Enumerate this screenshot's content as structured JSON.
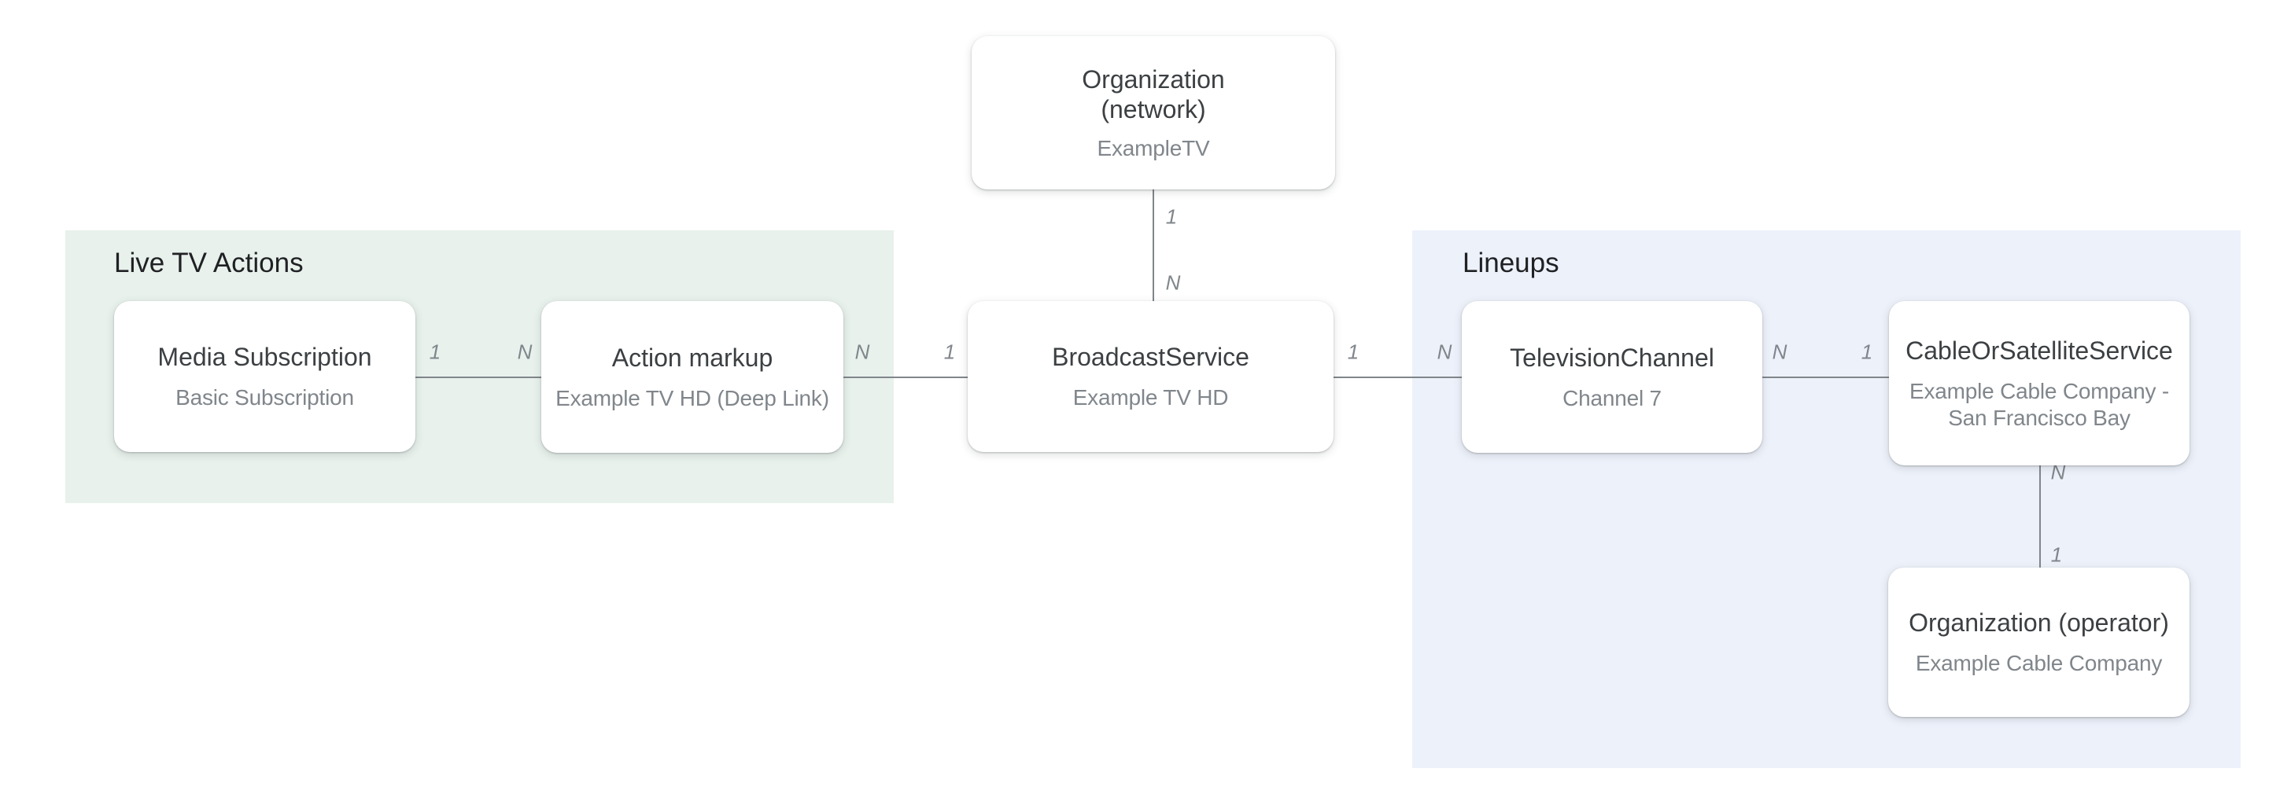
{
  "diagram": {
    "title_hint": "TV listing structured data relationship diagram",
    "groups": [
      {
        "id": "live-tv-actions",
        "label": "Live TV Actions",
        "bg_color": "#e8f1ec"
      },
      {
        "id": "lineups",
        "label": "Lineups",
        "bg_color": "#edf1fa"
      }
    ],
    "nodes": [
      {
        "id": "organization-network",
        "title": "Organization\n(network)",
        "subtitle": "ExampleTV"
      },
      {
        "id": "media-subscription",
        "title": "Media Subscription",
        "subtitle": "Basic Subscription"
      },
      {
        "id": "action-markup",
        "title": "Action markup",
        "subtitle": "Example TV HD (Deep Link)"
      },
      {
        "id": "broadcast-service",
        "title": "BroadcastService",
        "subtitle": "Example TV HD"
      },
      {
        "id": "television-channel",
        "title": "TelevisionChannel",
        "subtitle": "Channel 7"
      },
      {
        "id": "cable-or-satellite-service",
        "title": "CableOrSatelliteService",
        "subtitle": "Example Cable Company -\nSan Francisco Bay"
      },
      {
        "id": "organization-operator",
        "title": "Organization (operator)",
        "subtitle": "Example Cable Company"
      }
    ],
    "edges": [
      {
        "from": "organization-network",
        "to": "broadcast-service",
        "from_label": "1",
        "to_label": "N",
        "orientation": "vertical"
      },
      {
        "from": "media-subscription",
        "to": "action-markup",
        "from_label": "1",
        "to_label": "N",
        "orientation": "horizontal"
      },
      {
        "from": "action-markup",
        "to": "broadcast-service",
        "from_label": "N",
        "to_label": "1",
        "orientation": "horizontal"
      },
      {
        "from": "broadcast-service",
        "to": "television-channel",
        "from_label": "1",
        "to_label": "N",
        "orientation": "horizontal"
      },
      {
        "from": "television-channel",
        "to": "cable-or-satellite-service",
        "from_label": "N",
        "to_label": "1",
        "orientation": "horizontal"
      },
      {
        "from": "cable-or-satellite-service",
        "to": "organization-operator",
        "from_label": "N",
        "to_label": "1",
        "orientation": "vertical"
      }
    ],
    "colors": {
      "page_background": "#ffffff",
      "node_background": "#ffffff",
      "node_title": "#3c4043",
      "node_subtitle": "#80868b",
      "group_label": "#202124",
      "edge_line": "#80868b",
      "cardinality_label": "#80868b",
      "live_tv_actions_bg": "#e8f1ec",
      "lineups_bg": "#edf1fa"
    }
  }
}
